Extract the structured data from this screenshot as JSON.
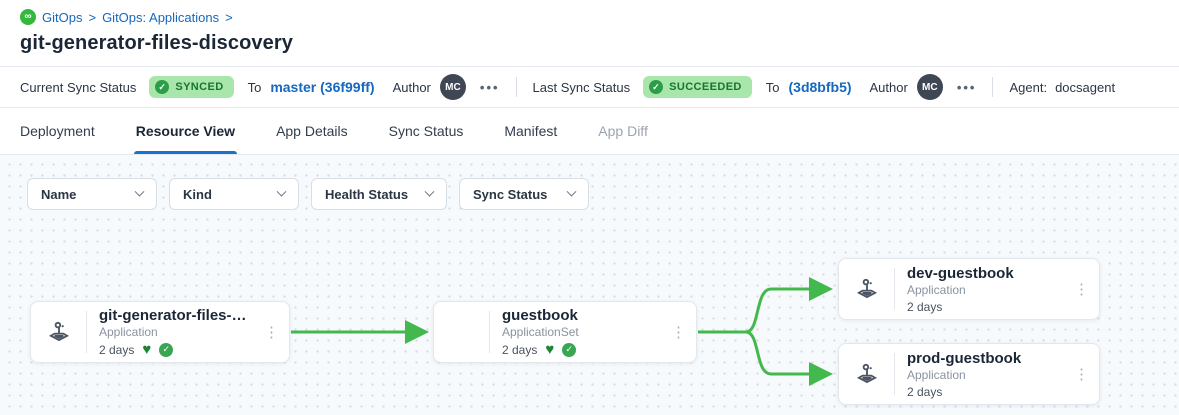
{
  "breadcrumb": {
    "icon": "gitops-logo",
    "infinity_glyph": "∞",
    "items": [
      {
        "label": "GitOps"
      },
      {
        "label": "GitOps: Applications"
      }
    ],
    "separator": ">"
  },
  "page": {
    "title": "git-generator-files-discovery"
  },
  "status_bar": {
    "current": {
      "label": "Current Sync Status",
      "badge": "SYNCED",
      "badge_check": "✓",
      "to_label": "To",
      "revision": "master (36f99ff)",
      "author_label": "Author",
      "author_initials": "MC",
      "menu": "•••"
    },
    "last": {
      "label": "Last Sync Status",
      "badge": "SUCCEEDED",
      "badge_check": "✓",
      "to_label": "To",
      "revision": "(3d8bfb5)",
      "author_label": "Author",
      "author_initials": "MC",
      "menu": "•••"
    },
    "agent": {
      "label": "Agent:",
      "value": "docsagent"
    }
  },
  "tabs": [
    {
      "label": "Deployment",
      "state": "normal"
    },
    {
      "label": "Resource View",
      "state": "active"
    },
    {
      "label": "App Details",
      "state": "normal"
    },
    {
      "label": "Sync Status",
      "state": "normal"
    },
    {
      "label": "Manifest",
      "state": "normal"
    },
    {
      "label": "App Diff",
      "state": "disabled"
    }
  ],
  "filters": [
    {
      "label": "Name"
    },
    {
      "label": "Kind"
    },
    {
      "label": "Health Status"
    },
    {
      "label": "Sync Status"
    }
  ],
  "graph": {
    "nodes": [
      {
        "title": "git-generator-files-disco...",
        "kind": "Application",
        "age": "2 days",
        "healthy": true,
        "synced": true
      },
      {
        "title": "guestbook",
        "kind": "ApplicationSet",
        "age": "2 days",
        "healthy": true,
        "synced": true
      },
      {
        "title": "dev-guestbook",
        "kind": "Application",
        "age": "2 days",
        "healthy": false,
        "synced": false
      },
      {
        "title": "prod-guestbook",
        "kind": "Application",
        "age": "2 days",
        "healthy": false,
        "synced": false
      }
    ],
    "icons": {
      "heart": "♥",
      "check": "✓",
      "kebab": "⋮"
    }
  },
  "colors": {
    "link_blue": "#1568bf",
    "tab_underline": "#1873cc",
    "badge_bg": "#a9e6ab",
    "badge_text": "#17752c",
    "edge_green": "#43b94d",
    "heart_green": "#1d8531",
    "avatar_bg": "#3f4654",
    "canvas_bg": "#f7fafc"
  }
}
